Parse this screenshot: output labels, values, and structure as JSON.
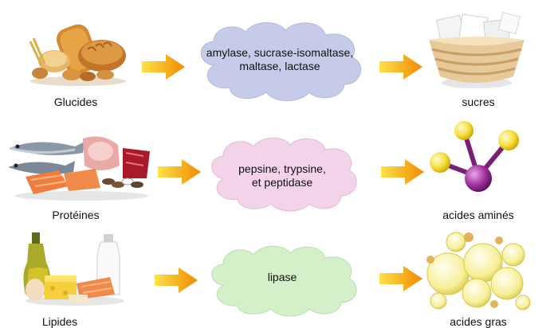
{
  "rows": [
    {
      "source": "Glucides",
      "enzymes_line1": "amylase, sucrase-isomaltase,",
      "enzymes_line2": "maltase, lactase",
      "product": "sucres",
      "cloud_color": "#c5cbe8"
    },
    {
      "source": "Protéines",
      "enzymes_line1": "pepsine, trypsine,",
      "enzymes_line2": "et peptidase",
      "product": "acides aminés",
      "cloud_color": "#f3d3ea"
    },
    {
      "source": "Lipides",
      "enzymes_line1": "lipase",
      "enzymes_line2": "",
      "product": "acides gras",
      "cloud_color": "#d3f0c9"
    }
  ],
  "colors": {
    "arrow": "#f5c200",
    "arrow_dark": "#e48a00"
  },
  "icons": [
    "bread-icon",
    "sugar-bowl-icon",
    "meat-fish-icon",
    "amino-acid-molecule-icon",
    "oil-milk-cheese-icon",
    "fat-droplets-icon"
  ]
}
